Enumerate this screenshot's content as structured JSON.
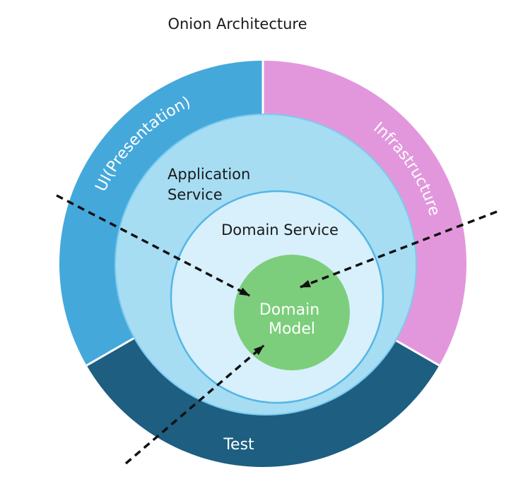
{
  "title": "Onion Architecture",
  "colors": {
    "background": "#ffffff",
    "ui_presentation": "#45A8DB",
    "infrastructure": "#E297DD",
    "test": "#1D5E81",
    "application_service": "#A6DDF3",
    "application_service_stroke": "#7BCBEE",
    "domain_service": "#D7F0FB",
    "domain_service_stroke": "#55B6E6",
    "domain_model": "#7CCE7C",
    "divider": "#FFFFFF",
    "arrow": "#111111"
  },
  "layers": {
    "outer_ring": [
      {
        "label": "UI(Presentation)"
      },
      {
        "label": "Infrastructure"
      },
      {
        "label": "Test"
      }
    ],
    "application_service": {
      "line1": "Application",
      "line2": "Service"
    },
    "domain_service": {
      "label": "Domain Service"
    },
    "domain_model": {
      "line1": "Domain",
      "line2": "Model"
    }
  }
}
